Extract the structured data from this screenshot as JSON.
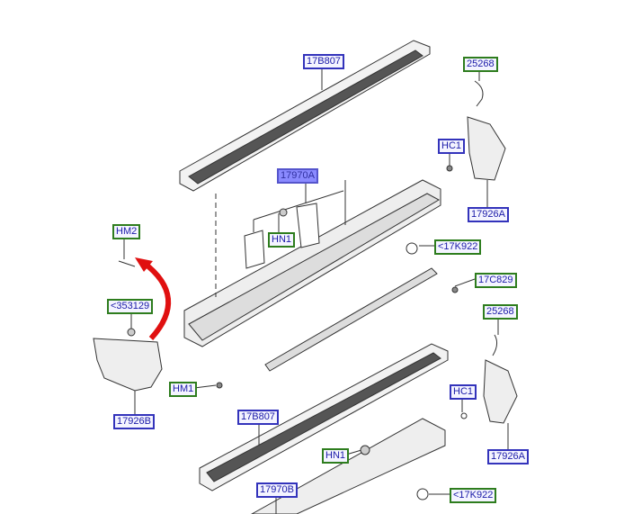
{
  "callouts": [
    {
      "id": "17B807",
      "style": "blue"
    },
    {
      "id": "25268",
      "style": "green"
    },
    {
      "id": "HC1",
      "style": "blue"
    },
    {
      "id": "17970A",
      "style": "selected"
    },
    {
      "id": "HN1",
      "style": "green"
    },
    {
      "id": "17926A",
      "style": "blue"
    },
    {
      "id": "HM2",
      "style": "green"
    },
    {
      "id": "<17K922",
      "style": "green"
    },
    {
      "id": "17C829",
      "style": "green"
    },
    {
      "id": "<353129",
      "style": "green"
    },
    {
      "id": "25268",
      "style": "green"
    },
    {
      "id": "HC1",
      "style": "blue"
    },
    {
      "id": "HM1",
      "style": "green"
    },
    {
      "id": "17926B",
      "style": "blue"
    },
    {
      "id": "17B807",
      "style": "blue"
    },
    {
      "id": "17926A",
      "style": "blue"
    },
    {
      "id": "HN1",
      "style": "green"
    },
    {
      "id": "17970B",
      "style": "blue"
    },
    {
      "id": "<17K922",
      "style": "green"
    }
  ],
  "colors": {
    "green_border": "#2e7d1e",
    "blue_border": "#3333bb",
    "text": "#1a1aa8",
    "selected_fill": "#8a8aff",
    "arrow": "#e01010"
  }
}
